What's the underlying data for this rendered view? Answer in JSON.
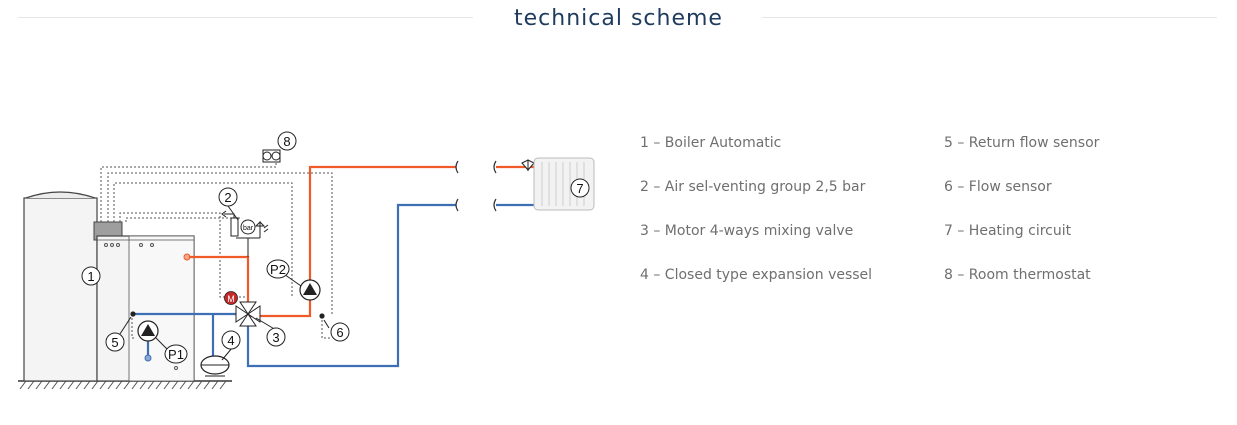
{
  "header": {
    "title": "technical scheme"
  },
  "diagram": {
    "callouts": [
      "1",
      "2",
      "3",
      "4",
      "5",
      "6",
      "7",
      "8",
      "P1",
      "P2"
    ],
    "gauge_label": "bar",
    "motor_label": "M"
  },
  "legend": [
    "1 – Boiler Automatic",
    "2 – Air sel-venting group 2,5 bar",
    "3 – Motor 4-ways mixing valve",
    "4 – Closed type expansion vessel",
    "5 – Return flow sensor",
    "6 – Flow sensor",
    "7 – Heating circuit",
    "8 – Room thermostat"
  ],
  "colors": {
    "supply": "#f05a28",
    "return": "#3e6fb5",
    "title": "#1e3a5c",
    "legend_text": "#6f6f6f",
    "motor": "#c62828"
  }
}
